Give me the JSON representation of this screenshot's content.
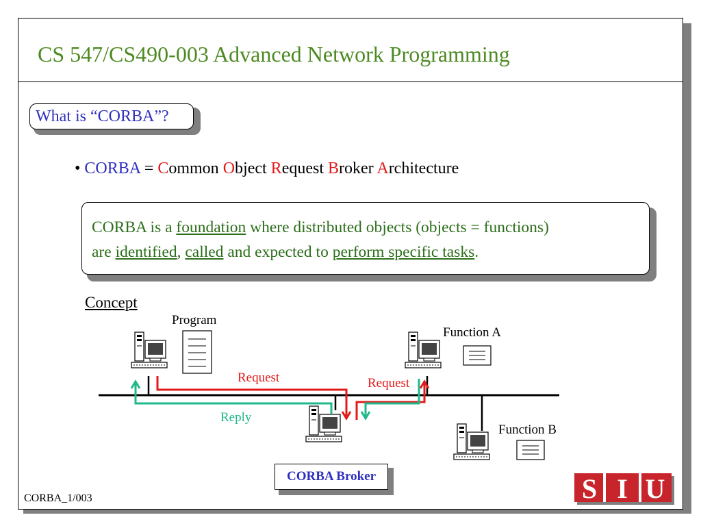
{
  "title": "CS 547/CS490-003 Advanced Network Programming",
  "question": "What is “CORBA”?",
  "bullet": {
    "marker": "•",
    "term": "CORBA",
    "equals": "=",
    "letters": [
      "C",
      "O",
      "R",
      "B",
      "A"
    ],
    "rests": [
      "ommon",
      "bject",
      "equest",
      "roker",
      "rchitecture"
    ]
  },
  "definition": {
    "p1": "CORBA is a ",
    "foundation": "foundation",
    "p2": " where distributed objects (objects = functions)",
    "p3": "are ",
    "identified": "identified",
    "comma": ", ",
    "called": "called",
    "p4": " and expected to ",
    "perform": "perform specific tasks",
    "period": "."
  },
  "concept": {
    "heading": "Concept",
    "program_label": "Program",
    "function_a_label": "Function A",
    "function_b_label": "Function B",
    "request_left": "Request",
    "request_right": "Request",
    "reply": "Reply",
    "broker": "CORBA Broker"
  },
  "footer": "CORBA_1/003",
  "logo": {
    "letters": [
      "S",
      "I",
      "U"
    ]
  },
  "colors": {
    "title": "#4e8a23",
    "blue": "#2f2fbf",
    "red": "#e31a1a",
    "teal": "#1fb88a",
    "definition": "#2c6e1a",
    "logo": "#c8242b"
  }
}
